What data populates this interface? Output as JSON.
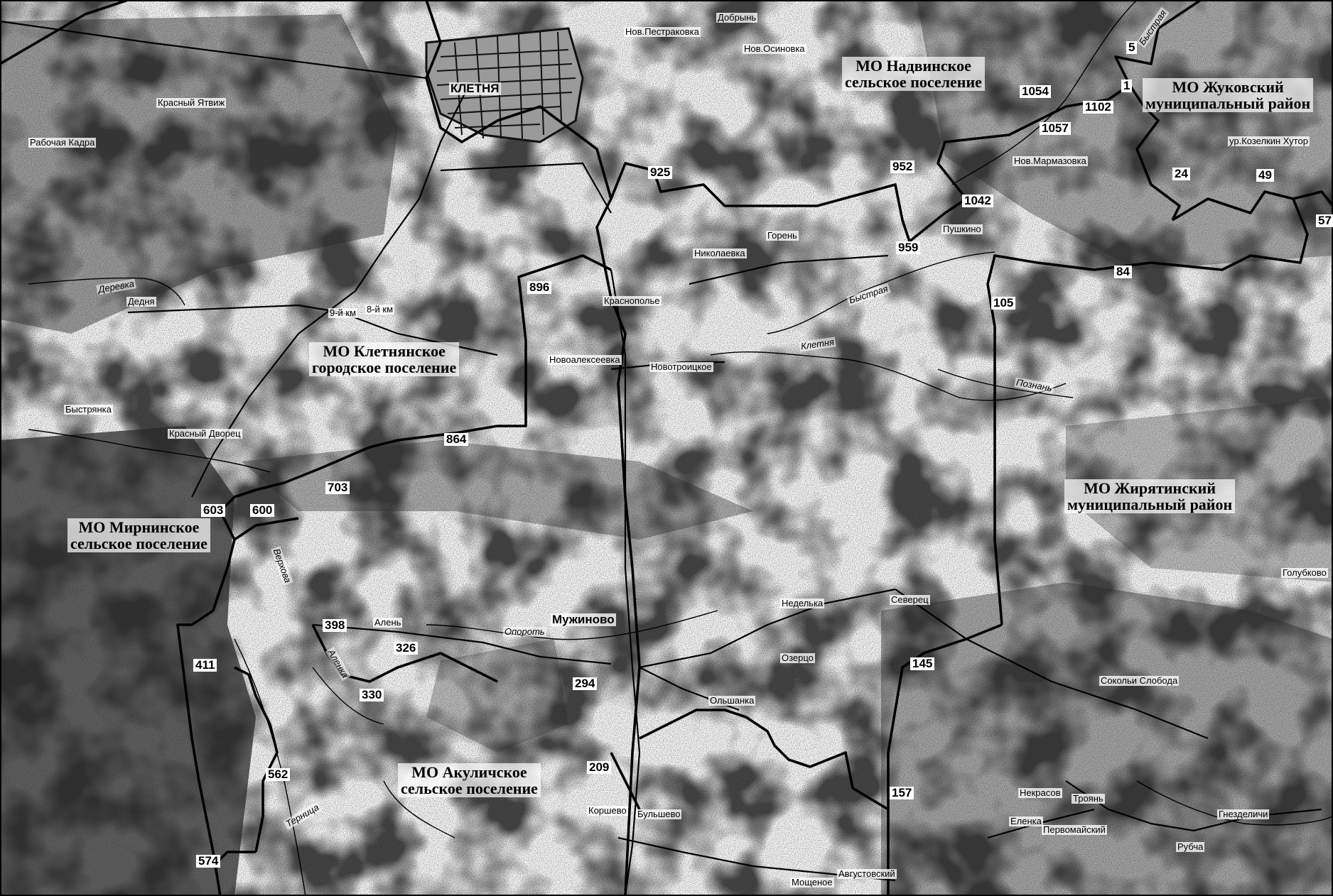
{
  "regions": {
    "nadvinskoe": [
      "МО Надвинское",
      "сельское поселение"
    ],
    "zhukovsky": [
      "МО Жуковский",
      "муниципальный район"
    ],
    "kletnyanskoe": [
      "МО Клетнянское",
      "городское поселение"
    ],
    "zhiryatinsky": [
      "МО Жирятинский",
      "муниципальный район"
    ],
    "mirninskoe": [
      "МО Мирнинское",
      "сельское поселение"
    ],
    "akulichskoe": [
      "МО Акуличское",
      "сельское поселение"
    ]
  },
  "settlements": {
    "kletnya": "КЛЕТНЯ",
    "nov_pestrakovka": "Нов.Пестраковка",
    "nov_osinovka": "Нов.Осиновка",
    "dobryn": "Добрынь",
    "krasny_yatvizh": "Красный Ятвиж",
    "rabochaya_kadra": "Рабочая Кадра",
    "nov_marmazovka": "Нов.Мармазовка",
    "ur_kozelkin_khutor": "ур.Козелкин Хутор",
    "goren": "Горень",
    "nikolaevka": "Николаевка",
    "pushkino": "Пушкино",
    "krasnopolye": "Краснополье",
    "dednya": "Дедня",
    "km9": "9-й км",
    "km8": "8-й км",
    "novoalekseevka": "Новоалексеевка",
    "novotroitskoe": "Новотроицкое",
    "bystryanka": "Быстрянка",
    "krasny_dvorets": "Красный Дворец",
    "golubkovo": "Голубково",
    "nedelka": "Неделька",
    "severets": "Северец",
    "muzhinovo": "Мужиново",
    "alen": "Алень",
    "ozertso": "Озерцо",
    "olshanka": "Ольшанка",
    "sokolya_sloboda": "Сокольи Слобода",
    "nekrasov": "Некрасов",
    "troyan": "Троянь",
    "elenka": "Еленка",
    "pervomaysky": "Первомайский",
    "gnezdelichi": "Гнезделичи",
    "rubcha": "Рубча",
    "korshevo": "Коршево",
    "bulshevo": "Бульшево",
    "moshchenoe": "Мощеное",
    "avgustovsky": "Августовский"
  },
  "rivers": {
    "bystraya_ne": "Быстрая",
    "bystraya_mid": "Быстрая",
    "kletnya_river": "Клетня",
    "poznan": "Познань",
    "derevka": "Деревка",
    "oporot": "Опороть",
    "alenka": "Аленка",
    "tertitsa": "Терница",
    "verkhova": "Верхова"
  },
  "markers": [
    "5",
    "1",
    "1054",
    "1102",
    "1057",
    "952",
    "925",
    "1042",
    "959",
    "24",
    "49",
    "57",
    "84",
    "105",
    "896",
    "864",
    "703",
    "603",
    "600",
    "398",
    "326",
    "411",
    "330",
    "294",
    "145",
    "209",
    "562",
    "157",
    "574"
  ],
  "colors": {
    "boundary": "#000000",
    "background": "#ffffff",
    "forest": "#3a3a3a"
  }
}
